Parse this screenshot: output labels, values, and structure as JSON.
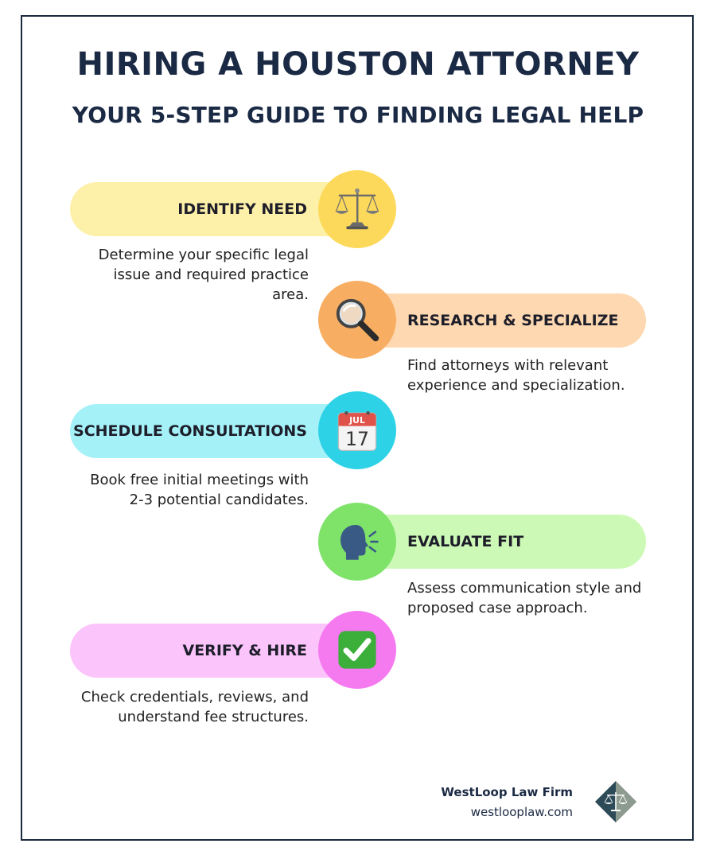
{
  "header": {
    "title": "HIRING A HOUSTON ATTORNEY",
    "subtitle": "YOUR 5-STEP GUIDE TO FINDING LEGAL HELP"
  },
  "steps": [
    {
      "label": "IDENTIFY NEED",
      "description": "Determine your specific legal issue and required practice area.",
      "icon": "balance-scale-icon",
      "pill_color": "#fdf0a8",
      "circle_color": "#fcd95a"
    },
    {
      "label": "RESEARCH & SPECIALIZE",
      "description": "Find attorneys with relevant experience and specialization.",
      "icon": "magnifying-glass-icon",
      "pill_color": "#fdd8b0",
      "circle_color": "#f8ae62"
    },
    {
      "label": "SCHEDULE CONSULTATIONS",
      "description": "Book free initial meetings with 2-3 potential candidates.",
      "icon": "calendar-icon",
      "calendar_month": "JUL",
      "calendar_day": "17",
      "pill_color": "#a4f1f8",
      "circle_color": "#2ed2e6"
    },
    {
      "label": "EVALUATE FIT",
      "description": "Assess communication style and proposed case approach.",
      "icon": "speaking-head-icon",
      "pill_color": "#cdf9b6",
      "circle_color": "#7fe36a"
    },
    {
      "label": "VERIFY & HIRE",
      "description": "Check credentials, reviews, and understand fee structures.",
      "icon": "check-mark-icon",
      "pill_color": "#fbc4fb",
      "circle_color": "#f57af0"
    }
  ],
  "footer": {
    "firm_name": "WestLoop Law Firm",
    "website": "westlooplaw.com",
    "logo_icon": "scales-diamond-logo-icon"
  }
}
